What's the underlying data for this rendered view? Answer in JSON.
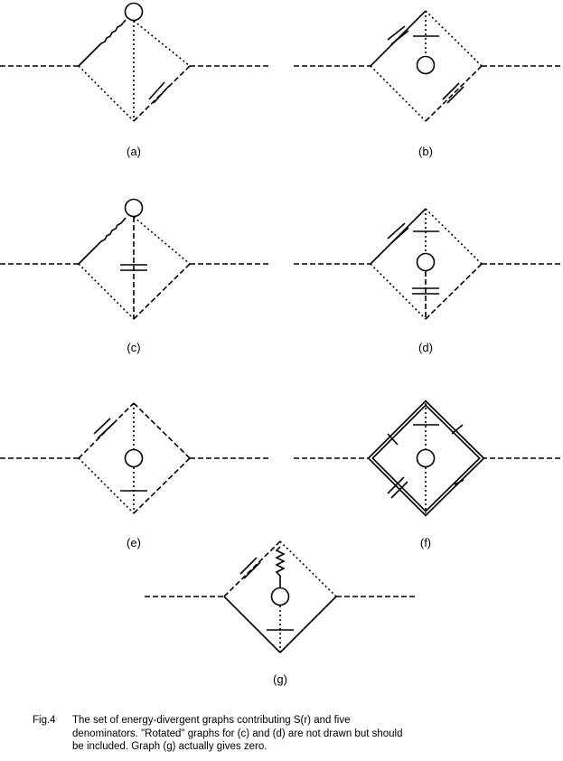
{
  "figure": {
    "panels": [
      {
        "id": "a",
        "label": "(a)"
      },
      {
        "id": "b",
        "label": "(b)"
      },
      {
        "id": "c",
        "label": "(c)"
      },
      {
        "id": "d",
        "label": "(d)"
      },
      {
        "id": "e",
        "label": "(e)"
      },
      {
        "id": "f",
        "label": "(f)"
      },
      {
        "id": "g",
        "label": "(g)"
      }
    ],
    "caption": {
      "number": "Fig.4",
      "line1": "The set of energy-divergent graphs contributing S(r) and five",
      "line2": "denominators. \"Rotated\" graphs for (c) and (d) are not drawn but should",
      "line3": "be included. Graph (g) actually gives zero."
    }
  }
}
